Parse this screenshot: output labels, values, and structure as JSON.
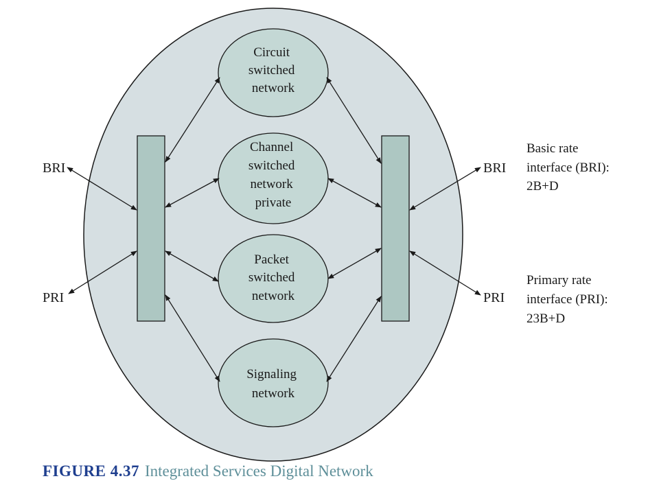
{
  "colors": {
    "outer_fill": "#d6dfe2",
    "node_fill": "#c4d8d5",
    "bar_fill": "#adc7c2",
    "stroke": "#1a1a1a",
    "caption_number": "#1f3f8f",
    "caption_title": "#5e8f99"
  },
  "nodes": [
    {
      "id": "circuit",
      "lines": [
        "Circuit",
        "switched",
        "network"
      ]
    },
    {
      "id": "channel",
      "lines": [
        "Channel",
        "switched",
        "network",
        "private"
      ]
    },
    {
      "id": "packet",
      "lines": [
        "Packet",
        "switched",
        "network"
      ]
    },
    {
      "id": "signaling",
      "lines": [
        "Signaling",
        "network"
      ]
    }
  ],
  "left_labels": {
    "bri": "BRI",
    "pri": "PRI"
  },
  "right_labels": {
    "bri": "BRI",
    "pri": "PRI"
  },
  "notes": {
    "bri": [
      "Basic rate",
      "interface (BRI):",
      "2B+D"
    ],
    "pri": [
      "Primary rate",
      "interface (PRI):",
      "23B+D"
    ]
  },
  "caption": {
    "number": "FIGURE 4.37",
    "title": "Integrated Services Digital Network"
  }
}
